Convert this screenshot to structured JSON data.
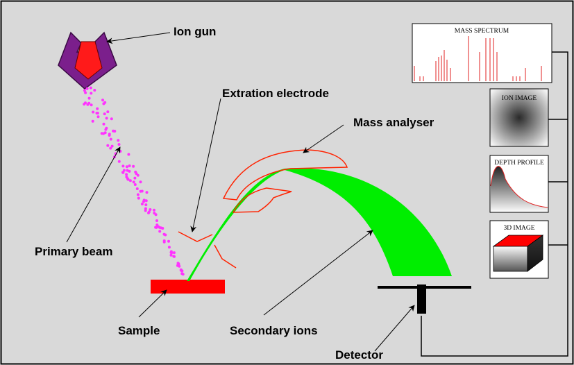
{
  "labels": {
    "ion_gun": "Ion gun",
    "extraction_electrode": "Extration electrode",
    "mass_analyser": "Mass analyser",
    "primary_beam": "Primary beam",
    "sample": "Sample",
    "secondary_ions": "Secondary ions",
    "detector": "Detector"
  },
  "panels": {
    "mass_spectrum": "MASS SPECTRUM",
    "ion_image": "ION IMAGE",
    "depth_profile": "DEPTH PROFILE",
    "image_3d": "3D IMAGE"
  },
  "colors": {
    "background": "#d9d9d9",
    "ion_gun_body": "#7b1f8c",
    "ion_gun_core": "#ff1a1a",
    "primary_beam": "#ff33ff",
    "secondary_ions": "#00ee00",
    "sample": "#ff0000",
    "analyser_outline": "#ff2200",
    "spectrum_lines": "#e02020"
  },
  "icons": {
    "ion_gun": "ion-gun-icon",
    "detector": "detector-icon",
    "cube_3d": "cube-3d-icon"
  }
}
